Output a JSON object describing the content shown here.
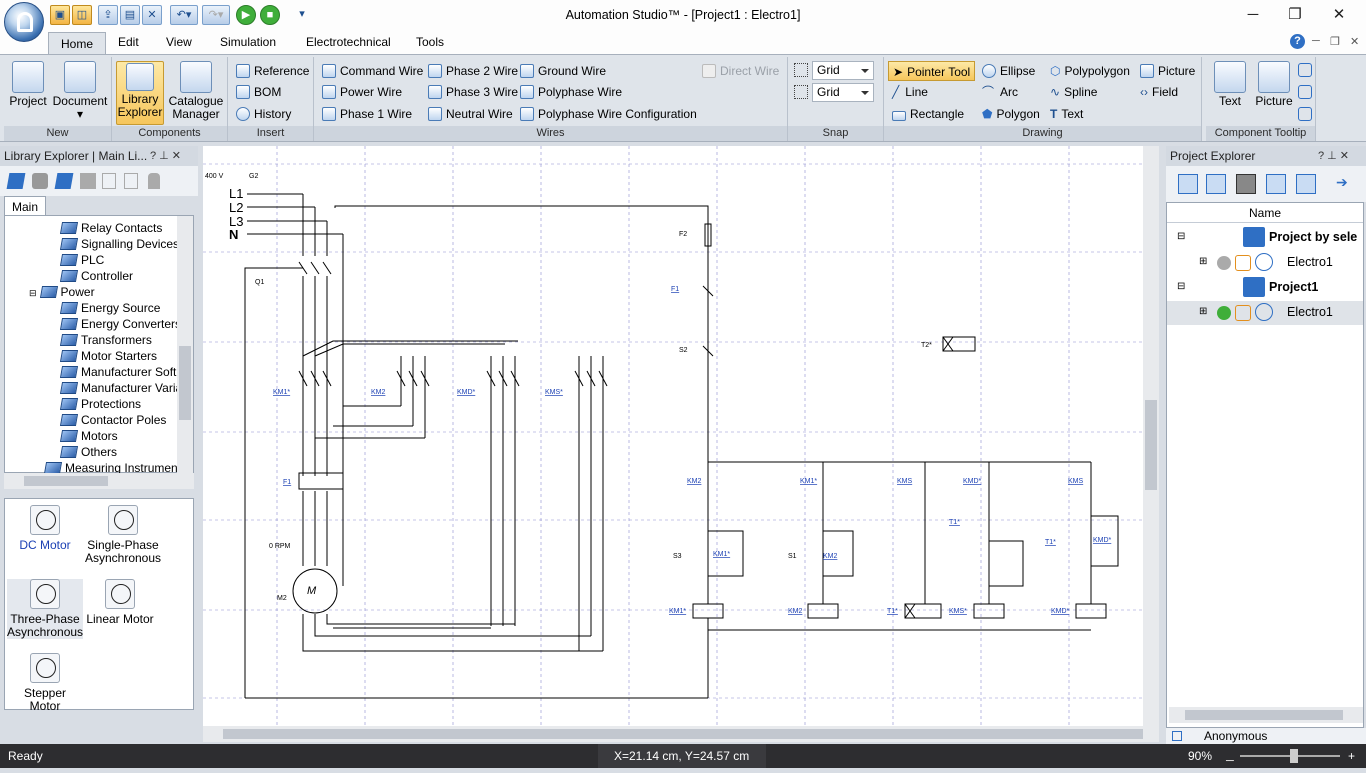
{
  "app": {
    "title": "Automation Studio™ - [Project1 : Electro1]"
  },
  "tabs": [
    "Home",
    "Edit",
    "View",
    "Simulation",
    "Electrotechnical",
    "Tools"
  ],
  "ribbon": {
    "new": {
      "label": "New",
      "project": "Project",
      "document": "Document"
    },
    "components": {
      "label": "Components",
      "library": "Library Explorer",
      "catalogue": "Catalogue Manager"
    },
    "insert": {
      "label": "Insert",
      "reference": "Reference",
      "bom": "BOM",
      "history": "History"
    },
    "wires": {
      "label": "Wires",
      "command": "Command Wire",
      "power": "Power Wire",
      "phase1": "Phase 1 Wire",
      "phase2": "Phase 2 Wire",
      "phase3": "Phase 3 Wire",
      "neutral": "Neutral Wire",
      "ground": "Ground Wire",
      "polyphase": "Polyphase Wire",
      "polyconf": "Polyphase Wire Configuration",
      "direct": "Direct Wire"
    },
    "snap": {
      "label": "Snap",
      "combo1": "Grid",
      "combo2": "Grid"
    },
    "drawing": {
      "label": "Drawing",
      "pointer": "Pointer Tool",
      "line": "Line",
      "rectangle": "Rectangle",
      "ellipse": "Ellipse",
      "arc": "Arc",
      "polygon": "Polygon",
      "polypolygon": "Polypolygon",
      "spline": "Spline",
      "text": "Text",
      "picture": "Picture",
      "field": "Field"
    },
    "tooltip": {
      "label": "Component Tooltip",
      "text": "Text",
      "picture": "Picture"
    }
  },
  "library": {
    "header": "Library Explorer | Main Li...",
    "tab": "Main",
    "tree": [
      "Relay Contacts",
      "Signalling Devices",
      "PLC",
      "Controller",
      "Power",
      "Energy Source",
      "Energy Converters",
      "Transformers",
      "Motor Starters",
      "Manufacturer Soft S",
      "Manufacturer Varial",
      "Protections",
      "Contactor Poles",
      "Motors",
      "Others",
      "Measuring Instruments"
    ],
    "components": [
      "DC Motor",
      "Single-Phase Asynchronous",
      "Three-Phase Asynchronous",
      "Linear Motor",
      "Stepper Motor"
    ]
  },
  "project": {
    "header": "Project Explorer",
    "col": "Name",
    "items": [
      "Project by sele",
      "Electro1",
      "Project1",
      "Electro1"
    ],
    "user": "Anonymous"
  },
  "schematic": {
    "voltage": "400 V",
    "sheet": "G2",
    "lines": [
      "L1",
      "L2",
      "L3",
      "N"
    ],
    "refs": {
      "q1": "Q1",
      "km1": "KM1*",
      "km2": "KM2",
      "kmd": "KMD*",
      "kms": "KMS*",
      "f1": "F1",
      "m2": "M2",
      "rpm": "0 RPM",
      "f2": "F2",
      "s2": "S2",
      "s3": "S3",
      "s1": "S1",
      "t2": "T2*",
      "t1": "T1*"
    },
    "ctrl": {
      "c1": "KM2",
      "c2": "KM1*",
      "c3": "KMS",
      "c4": "KMD*",
      "c5": "KMS",
      "c6": "KM1*",
      "c7": "KM2",
      "c8": "KMD*",
      "coils": [
        "KM1*",
        "KM2",
        "T1*",
        "KMS*",
        "KMD*"
      ]
    }
  },
  "status": {
    "ready": "Ready",
    "coords": "X=21.14 cm, Y=24.57 cm",
    "zoom": "90%"
  },
  "colors": {
    "accent": "#1e4f8f",
    "selected": "#f6c65c",
    "status_bg": "#2d2d30"
  }
}
